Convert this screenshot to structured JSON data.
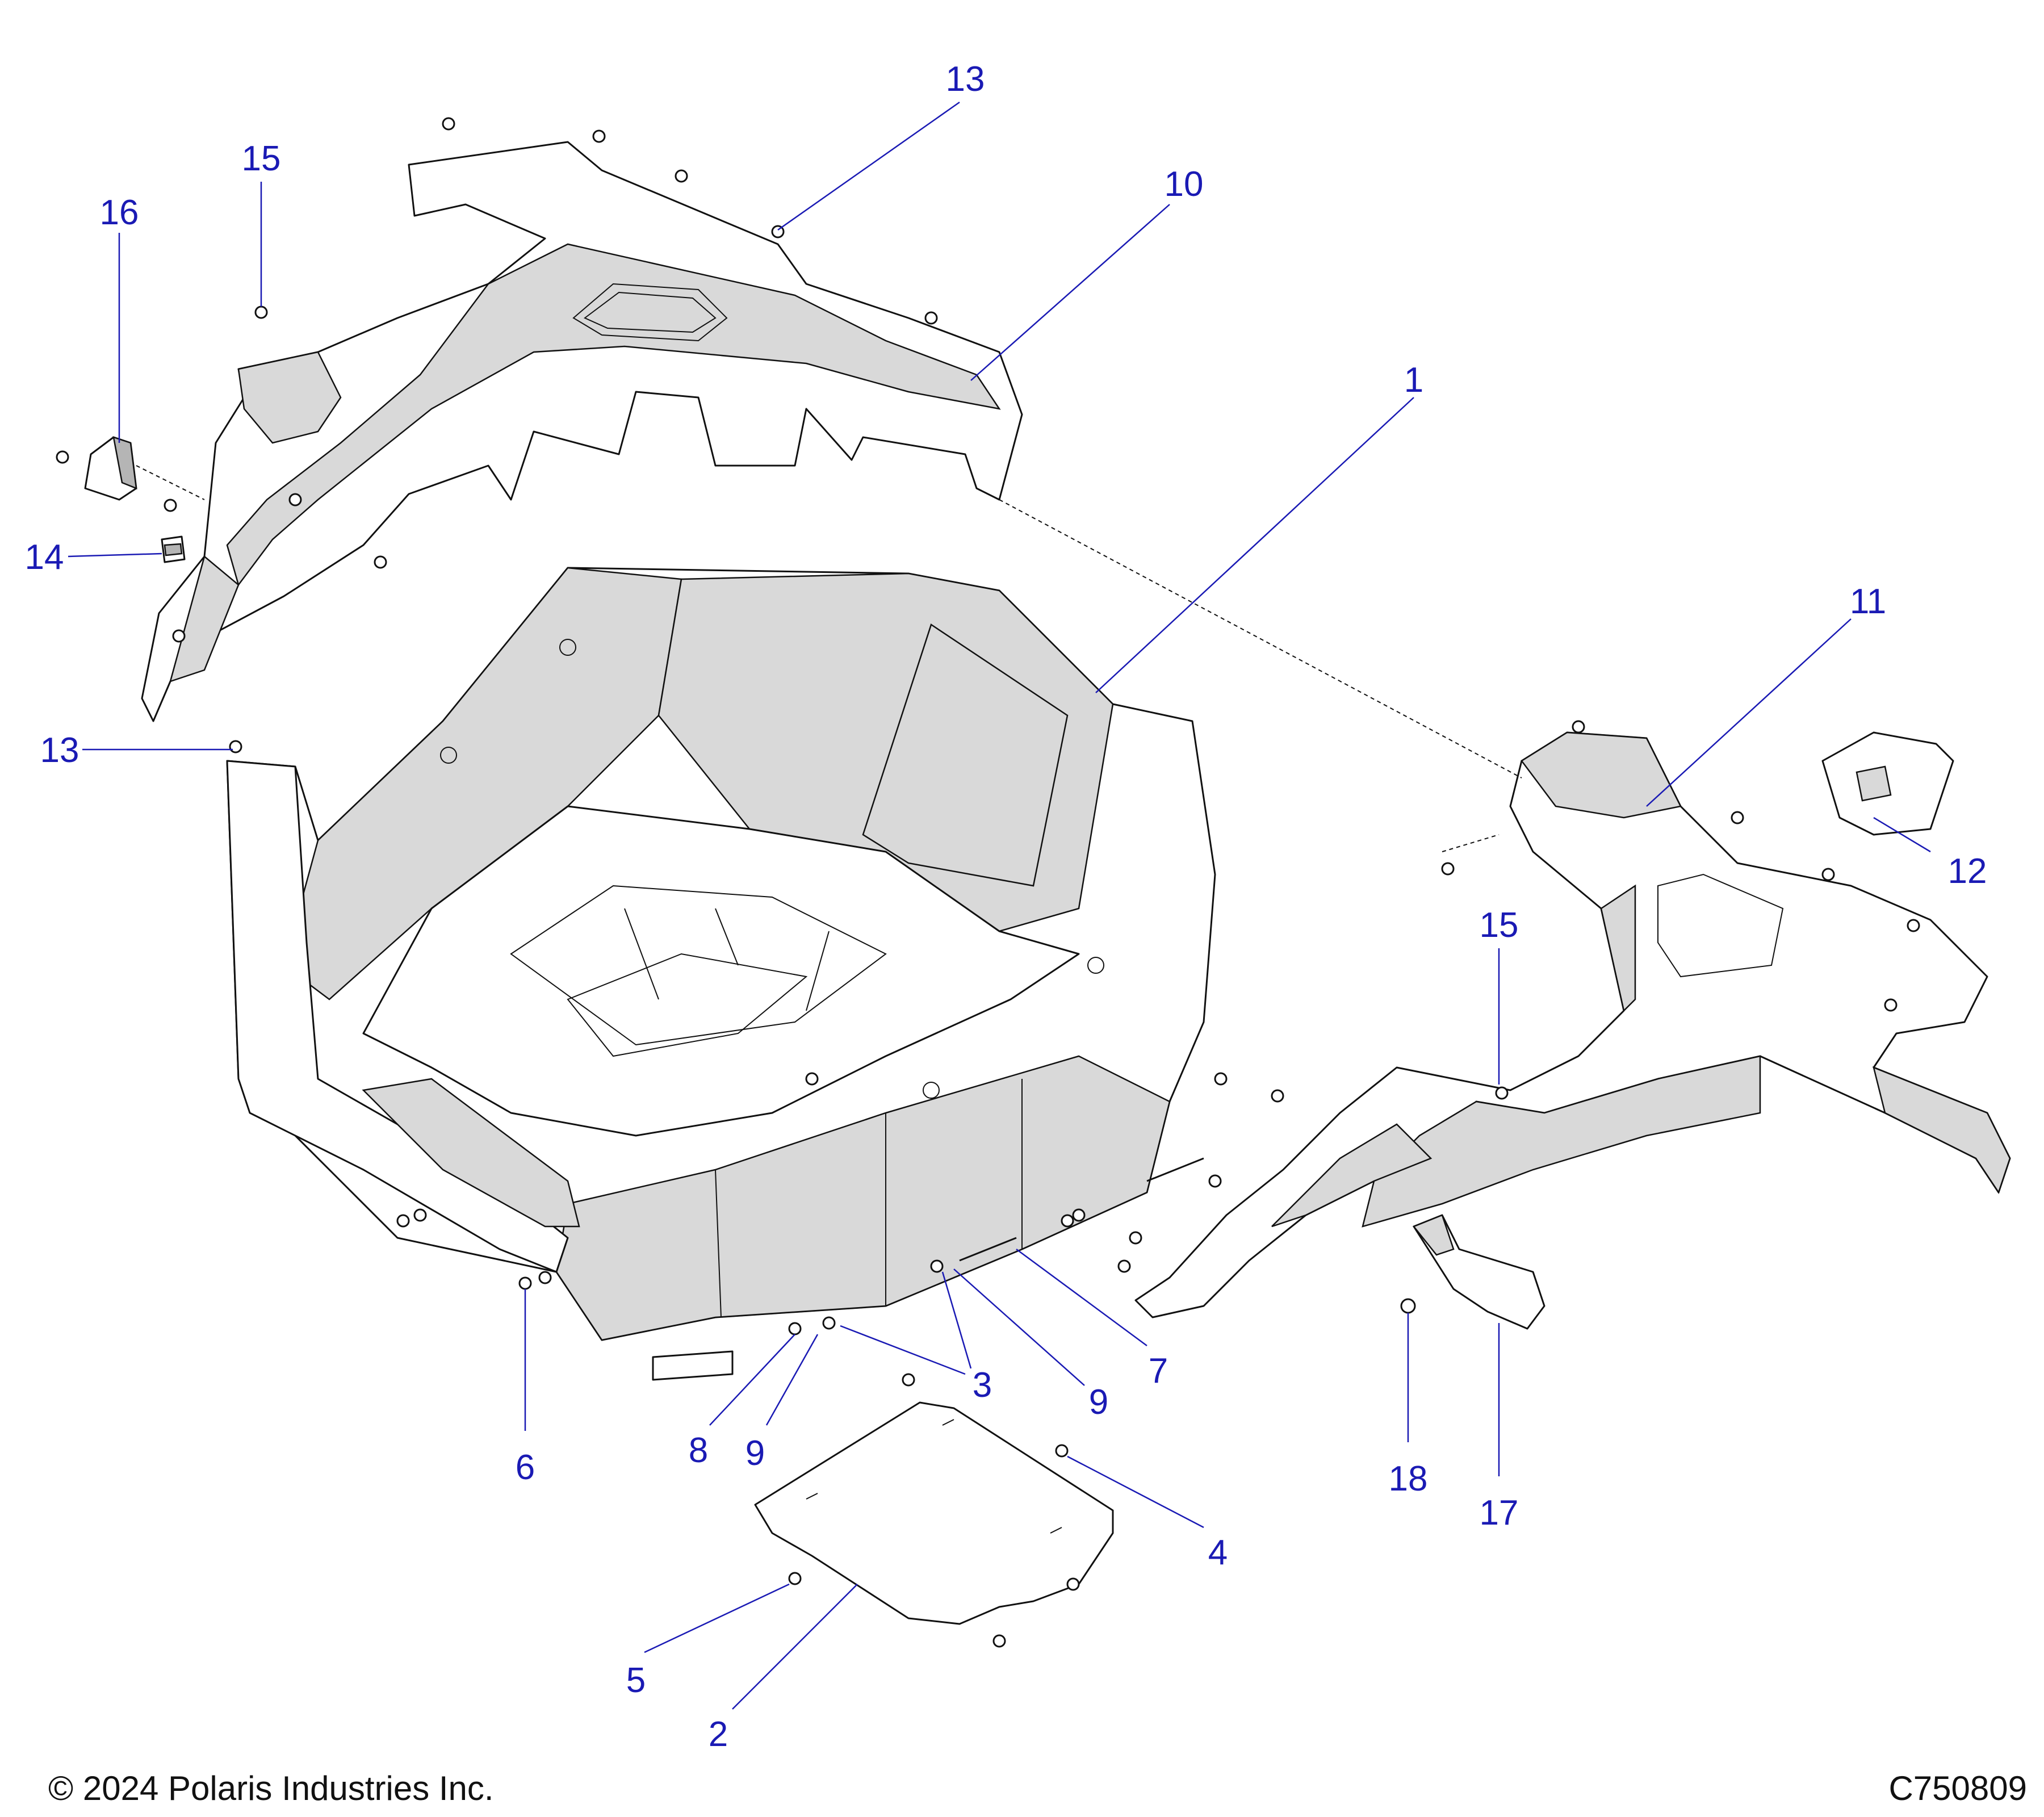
{
  "accent_color": "#1a1ab4",
  "callouts": [
    {
      "id": "c13a",
      "label": "13"
    },
    {
      "id": "c15a",
      "label": "15"
    },
    {
      "id": "c16",
      "label": "16"
    },
    {
      "id": "c10",
      "label": "10"
    },
    {
      "id": "c1",
      "label": "1"
    },
    {
      "id": "c14",
      "label": "14"
    },
    {
      "id": "c11",
      "label": "11"
    },
    {
      "id": "c13b",
      "label": "13"
    },
    {
      "id": "c12",
      "label": "12"
    },
    {
      "id": "c15b",
      "label": "15"
    },
    {
      "id": "c7",
      "label": "7"
    },
    {
      "id": "c3",
      "label": "3"
    },
    {
      "id": "c9a",
      "label": "9"
    },
    {
      "id": "c8",
      "label": "8"
    },
    {
      "id": "c9b",
      "label": "9"
    },
    {
      "id": "c6",
      "label": "6"
    },
    {
      "id": "c18",
      "label": "18"
    },
    {
      "id": "c17",
      "label": "17"
    },
    {
      "id": "c4",
      "label": "4"
    },
    {
      "id": "c5",
      "label": "5"
    },
    {
      "id": "c2",
      "label": "2"
    }
  ],
  "footer": {
    "copyright": "© 2024 Polaris Industries Inc.",
    "drawing_id": "C750809"
  }
}
